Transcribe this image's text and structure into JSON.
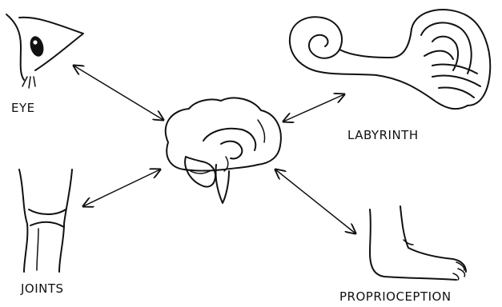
{
  "labels": {
    "eye": "EYE",
    "labyrinth": "LABYRINTH",
    "joints": "JOINTS",
    "proprioception": "PROPRIOCEPTION"
  },
  "icons": [
    "eye-icon",
    "brain-icon",
    "labyrinth-icon",
    "knee-joint-icon",
    "foot-icon"
  ],
  "connections": [
    {
      "from": "eye",
      "to": "brain",
      "direction": "bidirectional"
    },
    {
      "from": "labyrinth",
      "to": "brain",
      "direction": "bidirectional"
    },
    {
      "from": "joints",
      "to": "brain",
      "direction": "bidirectional"
    },
    {
      "from": "proprioception",
      "to": "brain",
      "direction": "bidirectional"
    }
  ],
  "colors": {
    "ink": "#111111",
    "background": "#ffffff"
  }
}
